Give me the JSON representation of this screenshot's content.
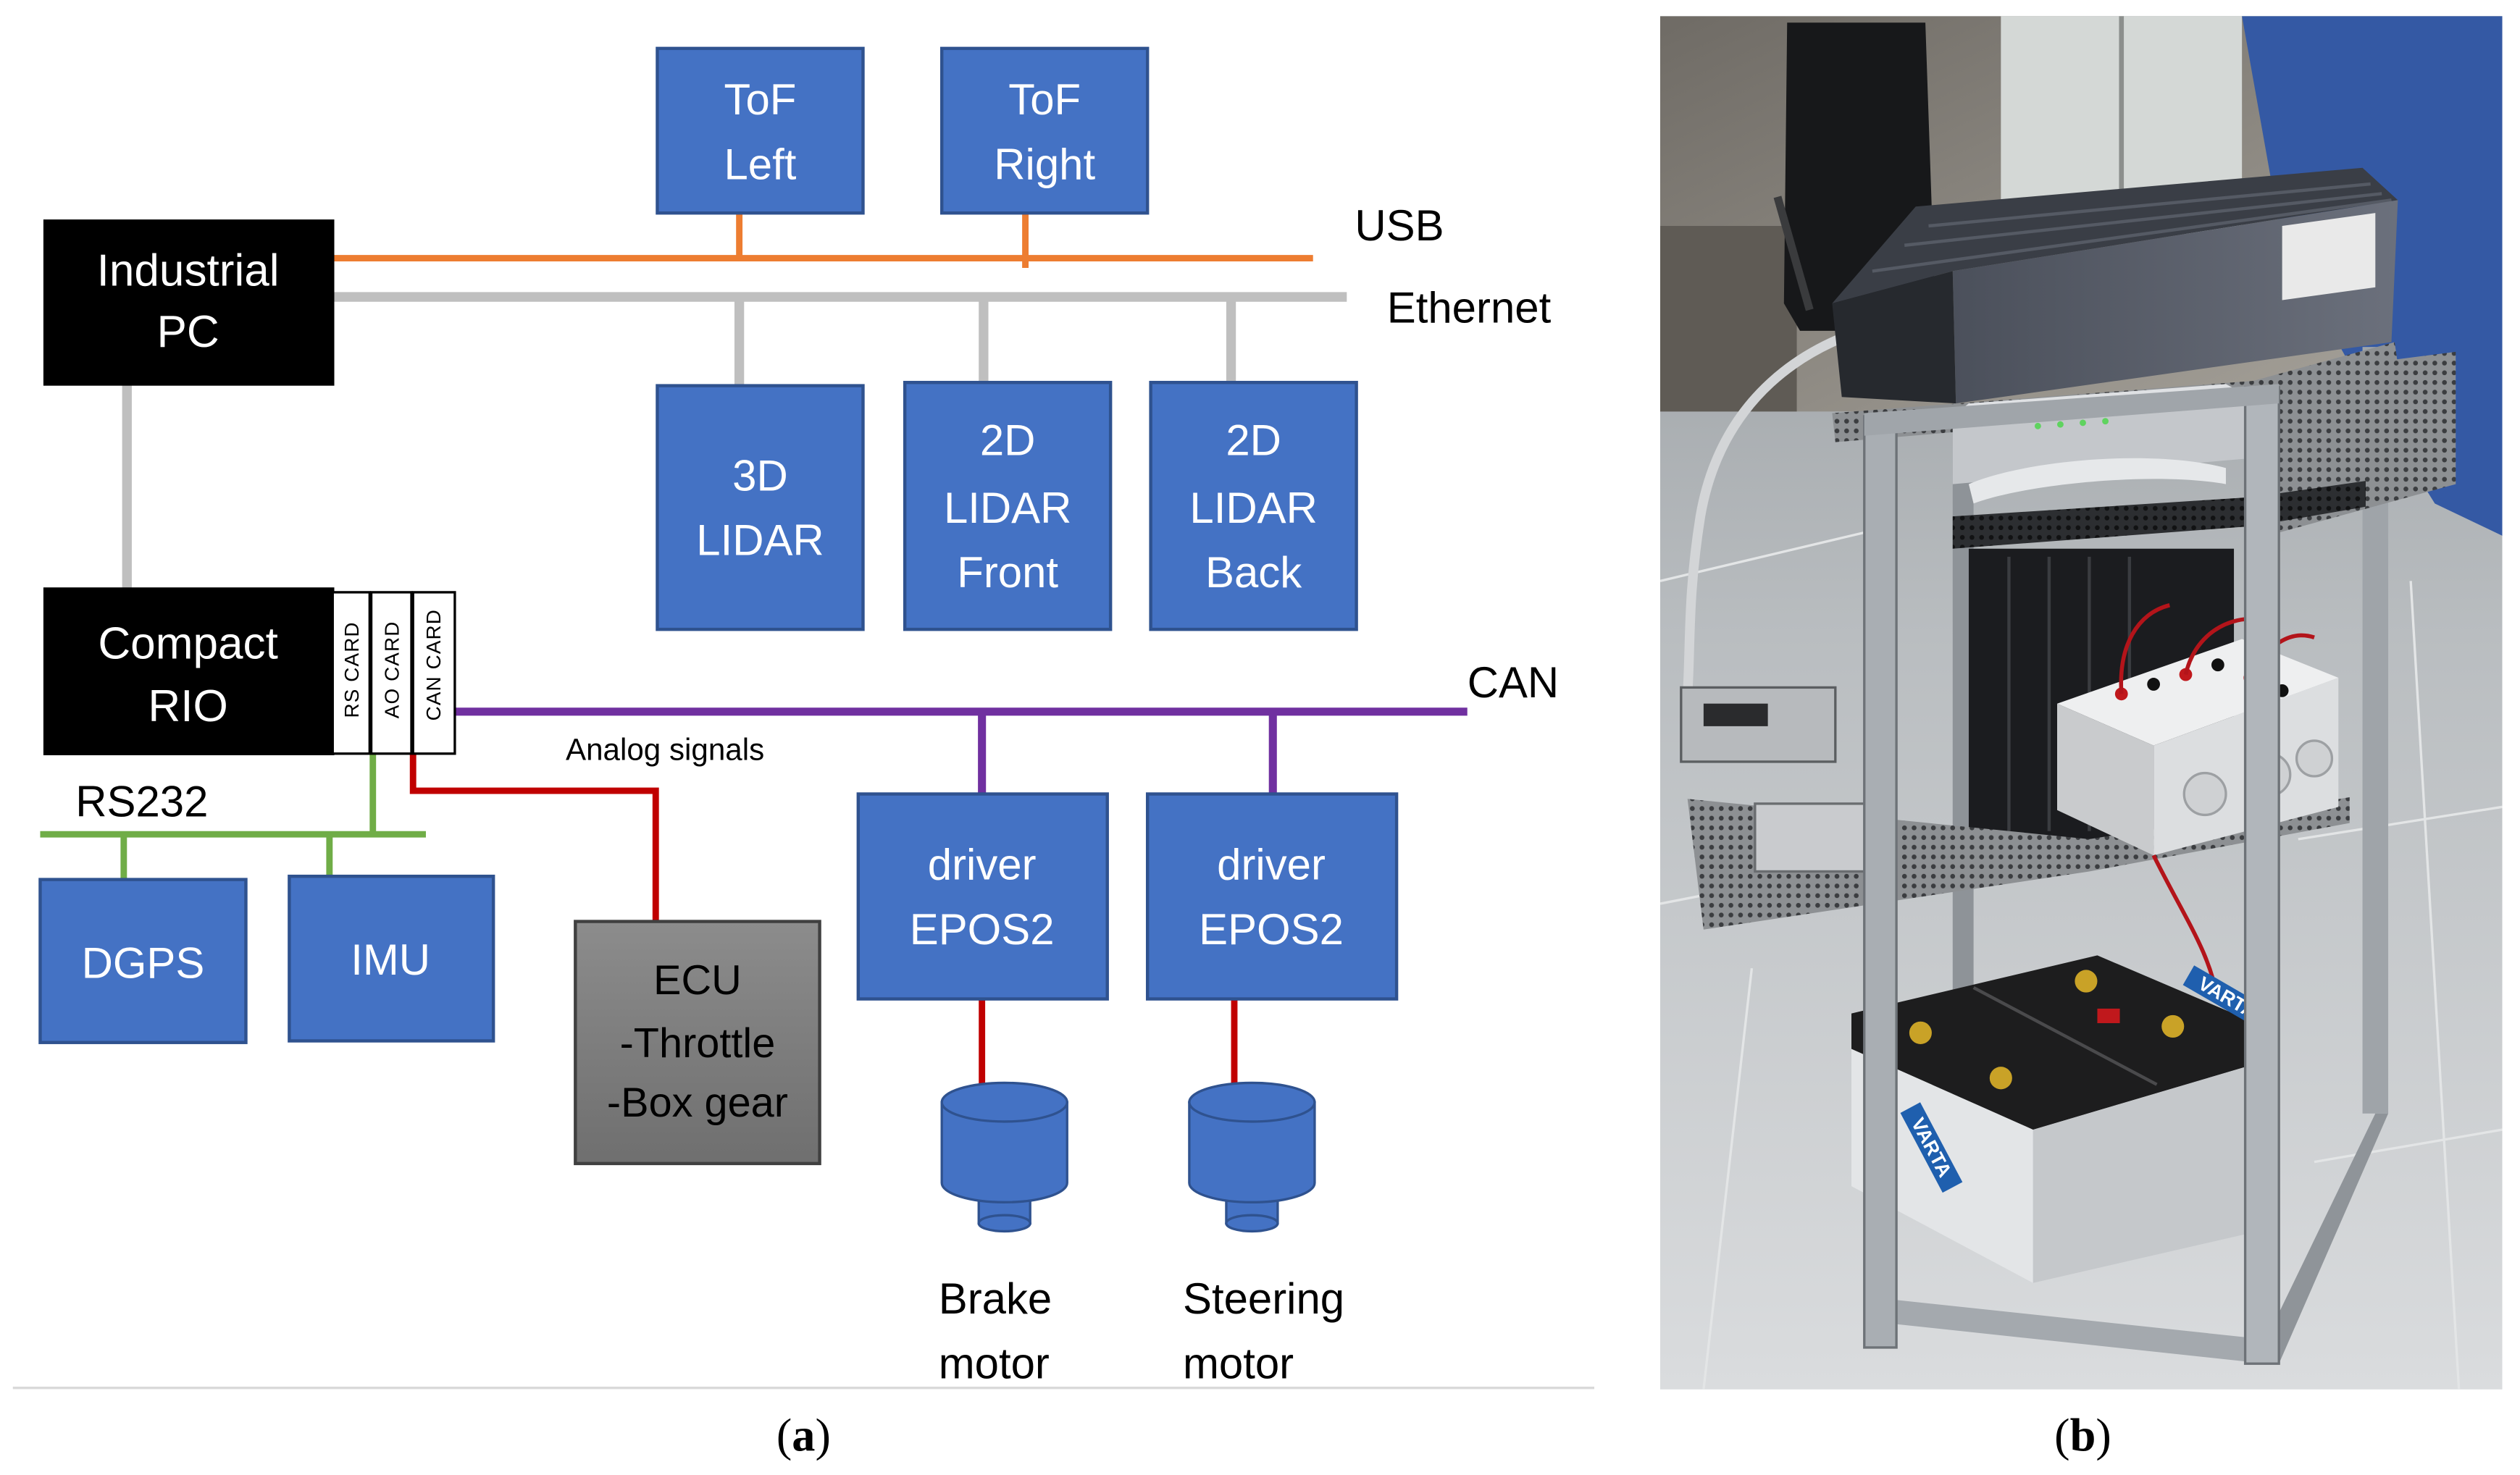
{
  "diagram": {
    "industrial_pc": {
      "lines": [
        "Industrial",
        "PC"
      ]
    },
    "tof_left": {
      "lines": [
        "ToF",
        "Left"
      ]
    },
    "tof_right": {
      "lines": [
        "ToF",
        "Right"
      ]
    },
    "lidar_3d": {
      "lines": [
        "3D",
        "LIDAR"
      ]
    },
    "lidar_2d_front": {
      "lines": [
        "2D",
        "LIDAR",
        "Front"
      ]
    },
    "lidar_2d_back": {
      "lines": [
        "2D",
        "LIDAR",
        "Back"
      ]
    },
    "compact_rio": {
      "lines": [
        "Compact",
        "RIO"
      ],
      "cards": [
        "RS CARD",
        "AO CARD",
        "CAN CARD"
      ]
    },
    "dgps": {
      "lines": [
        "DGPS"
      ]
    },
    "imu": {
      "lines": [
        "IMU"
      ]
    },
    "ecu": {
      "lines": [
        "ECU",
        "-Throttle",
        "-Box gear"
      ]
    },
    "driver_brake": {
      "lines": [
        "driver",
        "EPOS2"
      ]
    },
    "driver_steering": {
      "lines": [
        "driver",
        "EPOS2"
      ]
    },
    "brake_motor": {
      "lines": [
        "Brake",
        "motor"
      ]
    },
    "steering_motor": {
      "lines": [
        "Steering",
        "motor"
      ]
    },
    "buses": {
      "usb": "USB",
      "ethernet": "Ethernet",
      "can": "CAN",
      "rs232": "RS232",
      "analog": "Analog signals"
    }
  },
  "captions": {
    "a": {
      "open": "(",
      "letter": "a",
      "close": ")"
    },
    "b": {
      "open": "(",
      "letter": "b",
      "close": ")"
    }
  },
  "photo": {
    "battery_brand": "VARTA"
  },
  "colors": {
    "box_blue": "#4472C4",
    "box_border": "#2F528F",
    "pc_black": "#000000",
    "ecu_grey": "#7F7F7F",
    "ecu_border": "#404040",
    "usb": "#ED7D31",
    "ethernet": "#BFBFBF",
    "can": "#7030A0",
    "rs232": "#70AD47",
    "analog": "#C00000",
    "card_white": "#FFFFFF",
    "separator": "#D9D9D9"
  }
}
